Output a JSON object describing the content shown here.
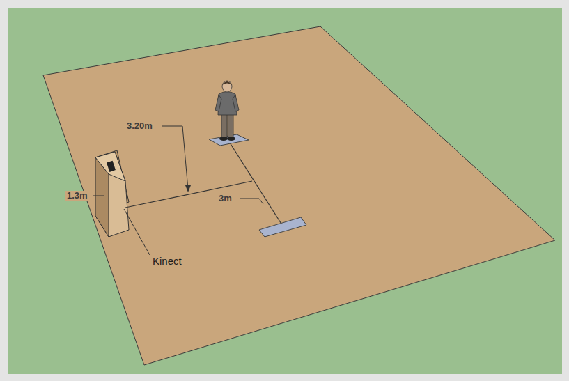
{
  "diagram": {
    "labels": [
      "3.20m",
      "1.3m",
      "3m",
      "Kinect"
    ]
  }
}
